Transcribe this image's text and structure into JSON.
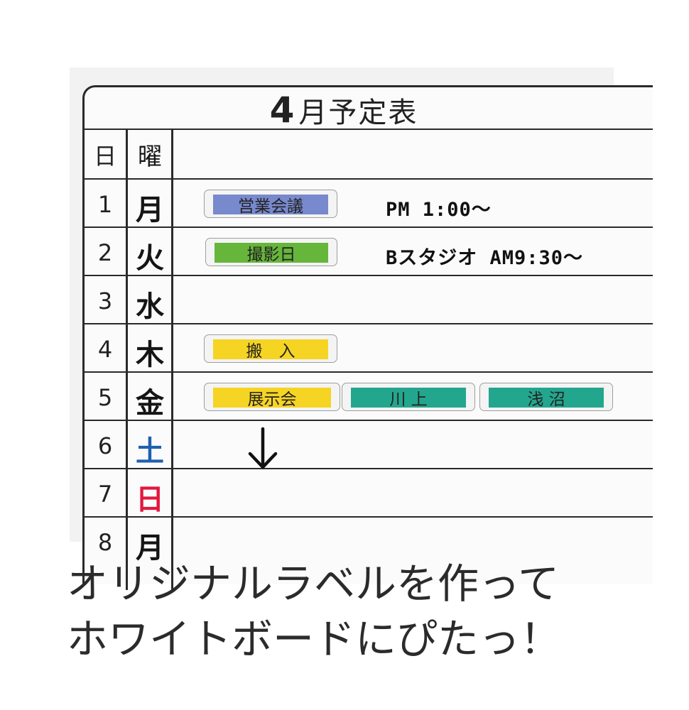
{
  "board": {
    "title_number": "4",
    "title_text": "月予定表",
    "header_day": "日",
    "header_weekday": "曜",
    "rows": [
      {
        "day": "1",
        "weekday": "月"
      },
      {
        "day": "2",
        "weekday": "火"
      },
      {
        "day": "3",
        "weekday": "水"
      },
      {
        "day": "4",
        "weekday": "木"
      },
      {
        "day": "5",
        "weekday": "金"
      },
      {
        "day": "6",
        "weekday": "土"
      },
      {
        "day": "7",
        "weekday": "日"
      },
      {
        "day": "8",
        "weekday": "月"
      }
    ],
    "labels": {
      "meeting": "営業会議",
      "shoot": "撮影日",
      "carry_in": "搬　入",
      "exhibition": "展示会",
      "kawakami": "川 上",
      "asanuma": "浅 沼"
    },
    "notes": {
      "row1": "PM 1:00～",
      "row2": "Bスタジオ AM9:30～"
    },
    "colors": {
      "blue_label": "#7889cd",
      "green_label": "#66b63b",
      "yellow_label": "#f6d423",
      "teal_label": "#23a68e",
      "saturday": "#1f5fb0",
      "sunday": "#e2173f"
    }
  },
  "caption": {
    "line1": "オリジナルラベルを作って",
    "line2": "ホワイトボードにぴたっ！"
  }
}
